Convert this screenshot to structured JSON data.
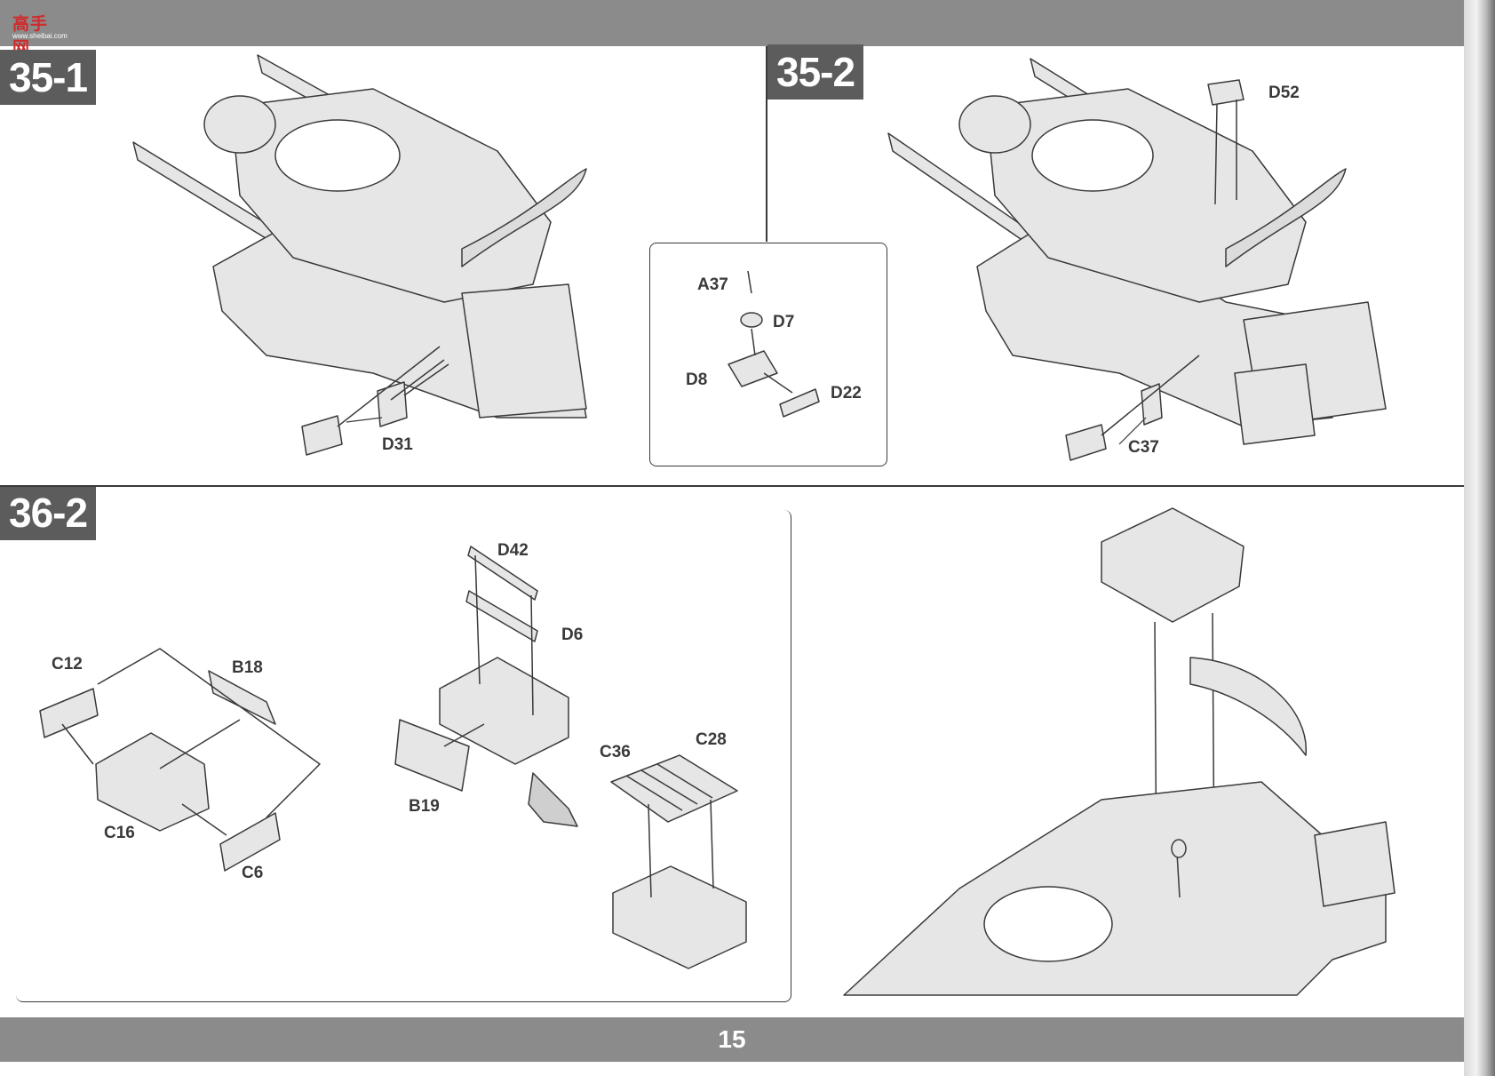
{
  "header": {
    "logo_text": "高手网",
    "logo_sub": "www.sheibai.com"
  },
  "steps": {
    "s35_1": "35-1",
    "s35_2": "35-2",
    "s36_2": "36-2"
  },
  "parts": {
    "d31": "D31",
    "a37": "A37",
    "d7": "D7",
    "d8": "D8",
    "d22": "D22",
    "d52": "D52",
    "c37": "C37",
    "c12": "C12",
    "b18": "B18",
    "c16": "C16",
    "c6": "C6",
    "d42": "D42",
    "d6": "D6",
    "b19": "B19",
    "c36": "C36",
    "c28": "C28"
  },
  "footer": {
    "page_number": "15"
  },
  "colors": {
    "band": "#8b8b8b",
    "step_tag": "#5c5c5c",
    "part_fill": "#e6e6e6",
    "line": "#3a3a3a"
  }
}
